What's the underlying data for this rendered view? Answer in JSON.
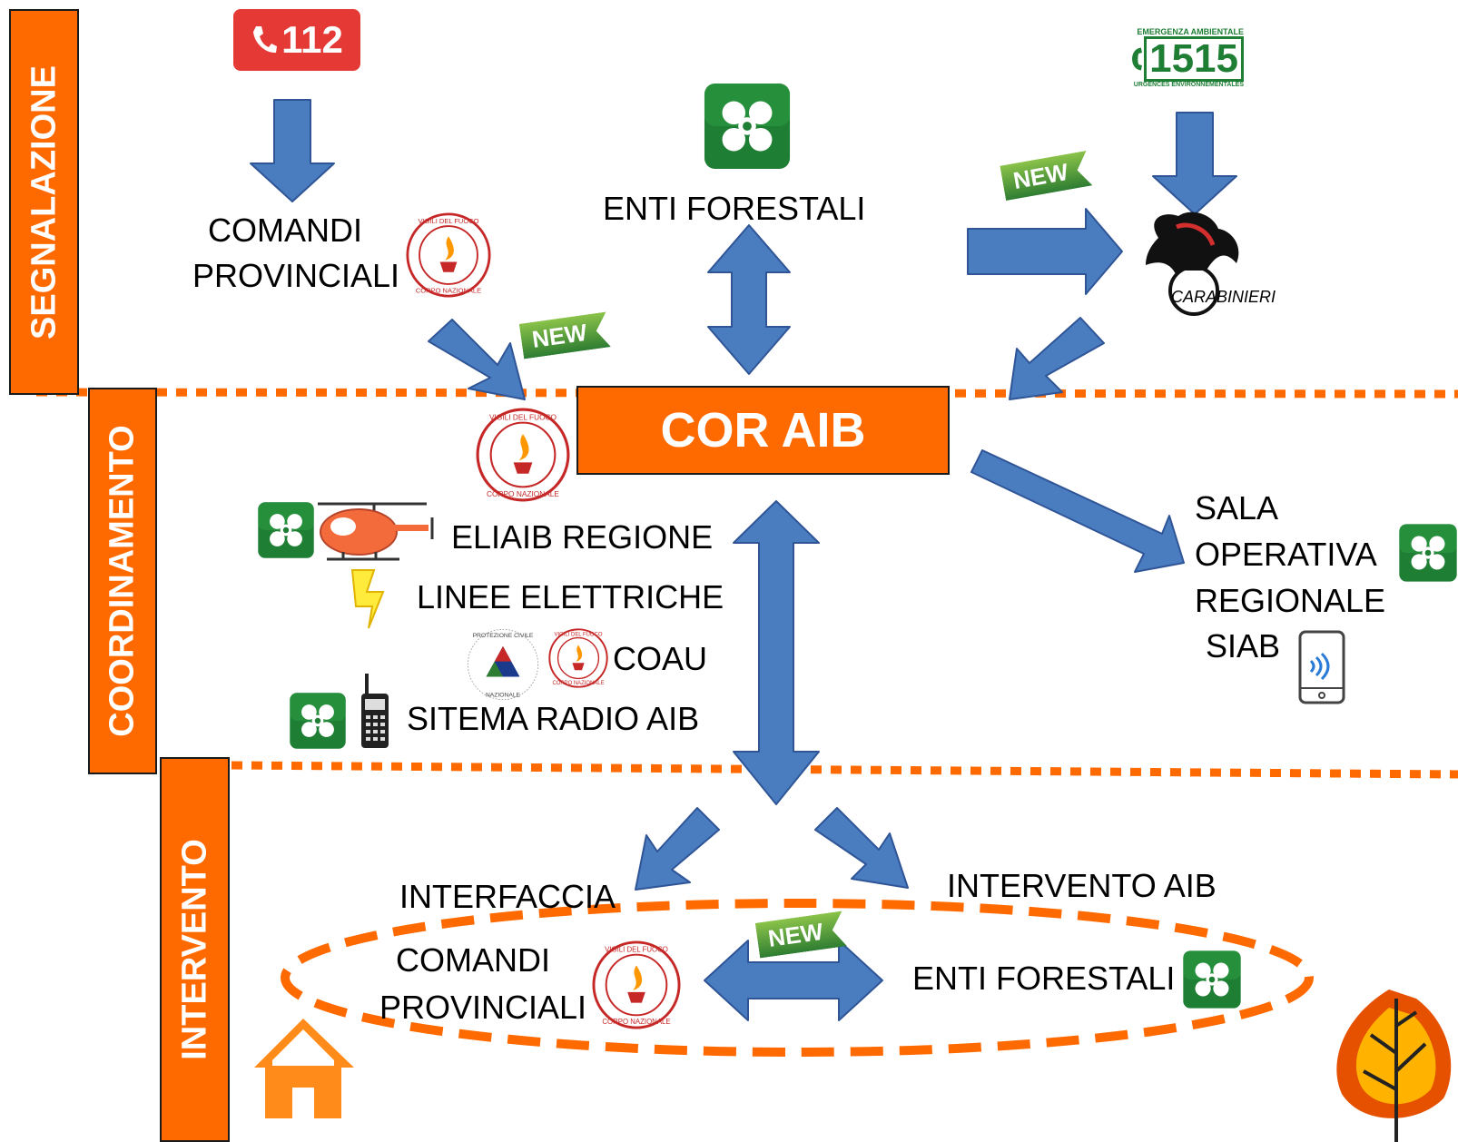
{
  "phases": {
    "signal": "SEGNALAZIONE",
    "coord": "COORDINAMENTO",
    "intervention": "INTERVENTO"
  },
  "center": {
    "title": "COR AIB"
  },
  "signal": {
    "number_112": "112",
    "number_1515": "1515",
    "env_emergency_top": "EMERGENZA AMBIENTALE",
    "env_emergency_bottom": "URGENCES ENVIRONNEMENTALES",
    "comandi_line1": "COMANDI",
    "comandi_line2": "PROVINCIALI",
    "enti_forestali": "ENTI FORESTALI",
    "carabinieri": "CARABINIERI"
  },
  "coord": {
    "eliaib": "ELIAIB REGIONE",
    "linee": "LINEE ELETTRICHE",
    "coau": "COAU",
    "radio": "SITEMA RADIO AIB",
    "sala_line1": "SALA",
    "sala_line2": "OPERATIVA",
    "sala_line3": "REGIONALE",
    "siab": "SIAB"
  },
  "intervention": {
    "interfaccia": "INTERFACCIA",
    "intervento_aib": "INTERVENTO AIB",
    "comandi_line1": "COMANDI",
    "comandi_line2": "PROVINCIALI",
    "enti_forestali": "ENTI FORESTALI"
  },
  "tags": {
    "new": "NEW"
  },
  "logos": {
    "vvf_top": "VIGILI DEL FUOCO",
    "vvf_bottom": "CORPO NAZIONALE",
    "protezione_top": "PROTEZIONE CIVILE",
    "protezione_bottom": "NAZIONALE"
  },
  "colors": {
    "orange": "#ff6a00",
    "arrow": "#4a7cc0",
    "arrow_stroke": "#2f5597",
    "green": "#1e7e34",
    "red": "#e53935"
  },
  "icons": [
    "phone-icon",
    "regione-lombardia-icon",
    "vigili-fuoco-icon",
    "carabinieri-icon",
    "helicopter-icon",
    "lightning-icon",
    "protezione-civile-icon",
    "radio-icon",
    "tablet-icon",
    "house-icon",
    "burning-tree-icon",
    "new-tag-icon"
  ]
}
